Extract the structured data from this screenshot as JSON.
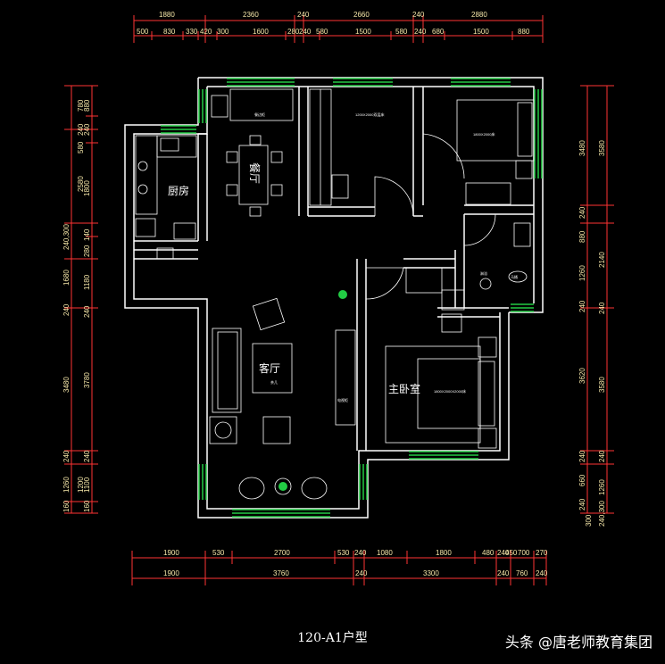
{
  "plan_title": "120-A1户型",
  "watermark": "头条 @唐老师教育集团",
  "rooms": {
    "kitchen": "厨房",
    "dining": "餐厅",
    "living": "客厅",
    "master_bedroom": "主卧室"
  },
  "top_dims": {
    "overall": [
      "1880",
      "2360",
      "240",
      "2660",
      "240",
      "2880"
    ],
    "detail": [
      "500",
      "830",
      "330",
      "420",
      "300",
      "1600",
      "280",
      "240",
      "580",
      "1500",
      "580",
      "240",
      "680",
      "1500",
      "880"
    ]
  },
  "bottom_dims": {
    "detail": [
      "1900",
      "530",
      "2700",
      "530",
      "240",
      "1080",
      "1800",
      "480",
      "240",
      "450",
      "700",
      "270"
    ],
    "overall": [
      "1900",
      "3760",
      "240",
      "3300",
      "240",
      "760",
      "240"
    ]
  },
  "left_dims": {
    "outer": [
      "240,300",
      "1680",
      "240",
      "3480",
      "240",
      "1260",
      "160"
    ],
    "inner": [
      "880",
      "780",
      "240",
      "240",
      "580",
      "2580",
      "1800",
      "140",
      "280",
      "1180",
      "240",
      "3780",
      "240",
      "1100",
      "1200",
      "160"
    ]
  },
  "right_dims": {
    "outer": [
      "3580",
      "2140",
      "240",
      "3580",
      "240",
      "1260",
      "240,300"
    ],
    "inner": [
      "3480",
      "240",
      "880",
      "1260",
      "240",
      "3620",
      "240",
      "660",
      "240",
      "300"
    ]
  },
  "small_labels": {
    "dining_cabinet": "餐边柜",
    "bed2": "1200X2000双层床",
    "bed3": "1800X2000床",
    "master_bed": "1800X2000X2000床",
    "bathroom_a": "淋浴",
    "bathroom_b": "马桶",
    "tv": "电视柜",
    "sofa_table": "茶几"
  },
  "colors": {
    "wall": "#ffffff",
    "window": "#22cc44",
    "dimension": "#ff3333",
    "dimension_text": "#f5e6a8",
    "background": "#000000"
  }
}
